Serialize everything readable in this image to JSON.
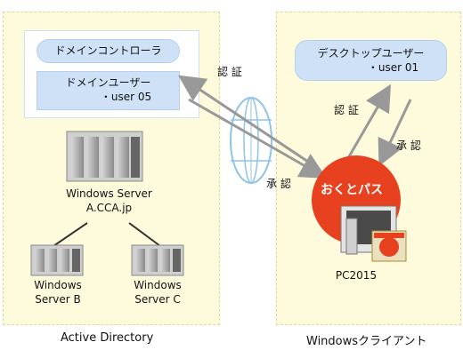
{
  "panels": {
    "ad_label": "Active Directory",
    "client_label": "Windowsクライアント"
  },
  "ad": {
    "controller": "ドメインコントローラ",
    "domain_user_line1": "ドメインユーザー",
    "domain_user_line2": "・user 05",
    "server_main_line1": "Windows Server",
    "server_main_line2": "A.CCA.jp",
    "server_b_line1": "Windows",
    "server_b_line2": "Server B",
    "server_c_line1": "Windows",
    "server_c_line2": "Server C"
  },
  "client": {
    "desktop_user_line1": "デスクトップユーザー",
    "desktop_user_line2": "・user 01",
    "okuto_label": "おくとパス",
    "pc_label": "PC2015"
  },
  "arrows": {
    "auth_top": "認 証",
    "approve_mid": "承 認",
    "auth_right": "認 証",
    "approve_right": "承 認"
  },
  "colors": {
    "panel": "#fdfbdc",
    "pill": "#cfe1f7",
    "accent_red": "#e8411f",
    "arrow": "#999999",
    "globe": "#8fc4e4"
  }
}
